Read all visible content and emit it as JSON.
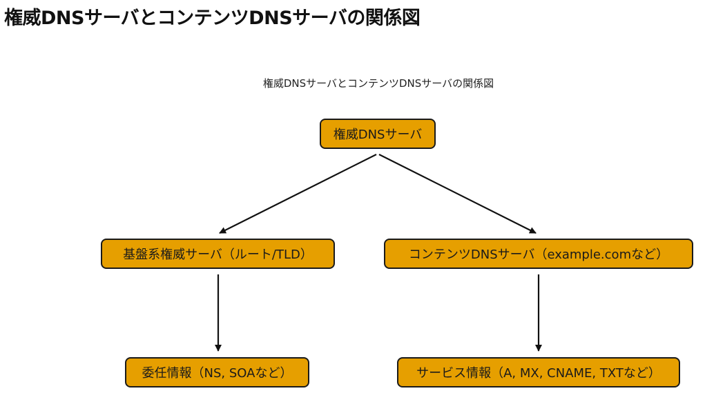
{
  "page": {
    "title": "権威DNSサーバとコンテンツDNSサーバの関係図"
  },
  "diagram": {
    "caption": "権威DNSサーバとコンテンツDNSサーバの関係図",
    "colors": {
      "node_fill": "#e69f00",
      "node_border": "#1a1a1a",
      "edge": "#111111"
    },
    "nodes": {
      "root": "権威DNSサーバ",
      "infrastructure": "基盤系権威サーバ（ルート/TLD）",
      "content": "コンテンツDNSサーバ（example.comなど）",
      "delegation": "委任情報（NS, SOAなど）",
      "service": "サービス情報（A, MX, CNAME, TXTなど）"
    },
    "edges": [
      {
        "from": "root",
        "to": "infrastructure"
      },
      {
        "from": "root",
        "to": "content"
      },
      {
        "from": "infrastructure",
        "to": "delegation"
      },
      {
        "from": "content",
        "to": "service"
      }
    ]
  }
}
